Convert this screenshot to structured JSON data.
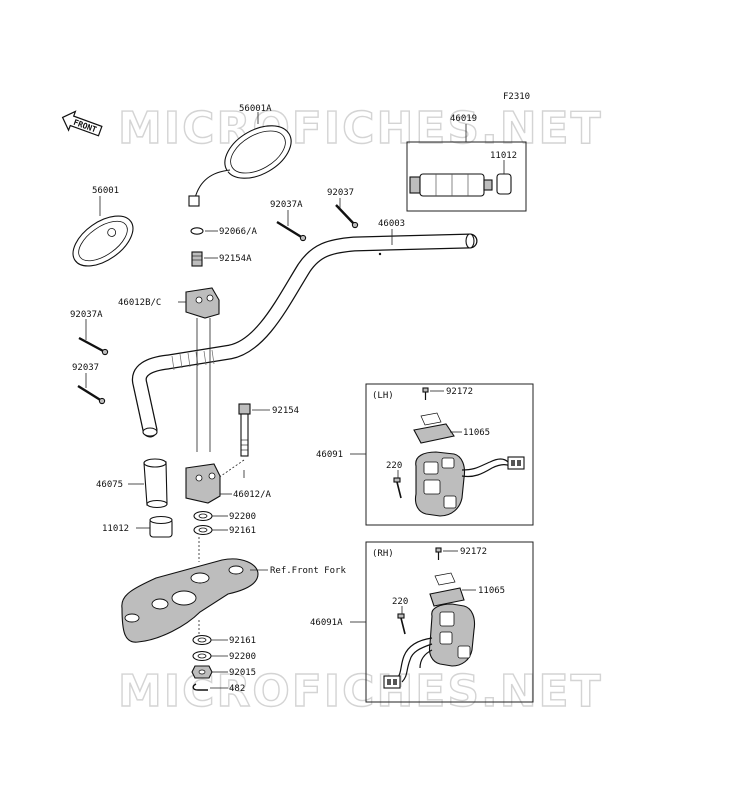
{
  "figure_code": "F2310",
  "watermark": "MICROFICHES.NET",
  "front_label": "FRONT",
  "group_labels": {
    "lh": "(LH)",
    "rh": "(RH)"
  },
  "parts": {
    "p56001A": "56001A",
    "p56001": "56001",
    "p46019": "46019",
    "p11012_top": "11012",
    "p92037A_top": "92037A",
    "p92037_top": "92037",
    "p46003": "46003",
    "p92066A": "92066/A",
    "p92154A": "92154A",
    "p46012BC": "46012B/C",
    "p92037A_left": "92037A",
    "p92037_left": "92037",
    "p92154": "92154",
    "p46075": "46075",
    "p46012A": "46012/A",
    "p11012_left": "11012",
    "p92200_top": "92200",
    "p92161_top": "92161",
    "p_ref_front_fork": "Ref.Front Fork",
    "p92161_bot": "92161",
    "p92200_bot": "92200",
    "p92015": "92015",
    "p482": "482",
    "p92172_lh": "92172",
    "p11065_lh": "11065",
    "p46091": "46091",
    "p220_lh": "220",
    "p92172_rh": "92172",
    "p11065_rh": "11065",
    "p220_rh": "220",
    "p46091A": "46091A"
  }
}
